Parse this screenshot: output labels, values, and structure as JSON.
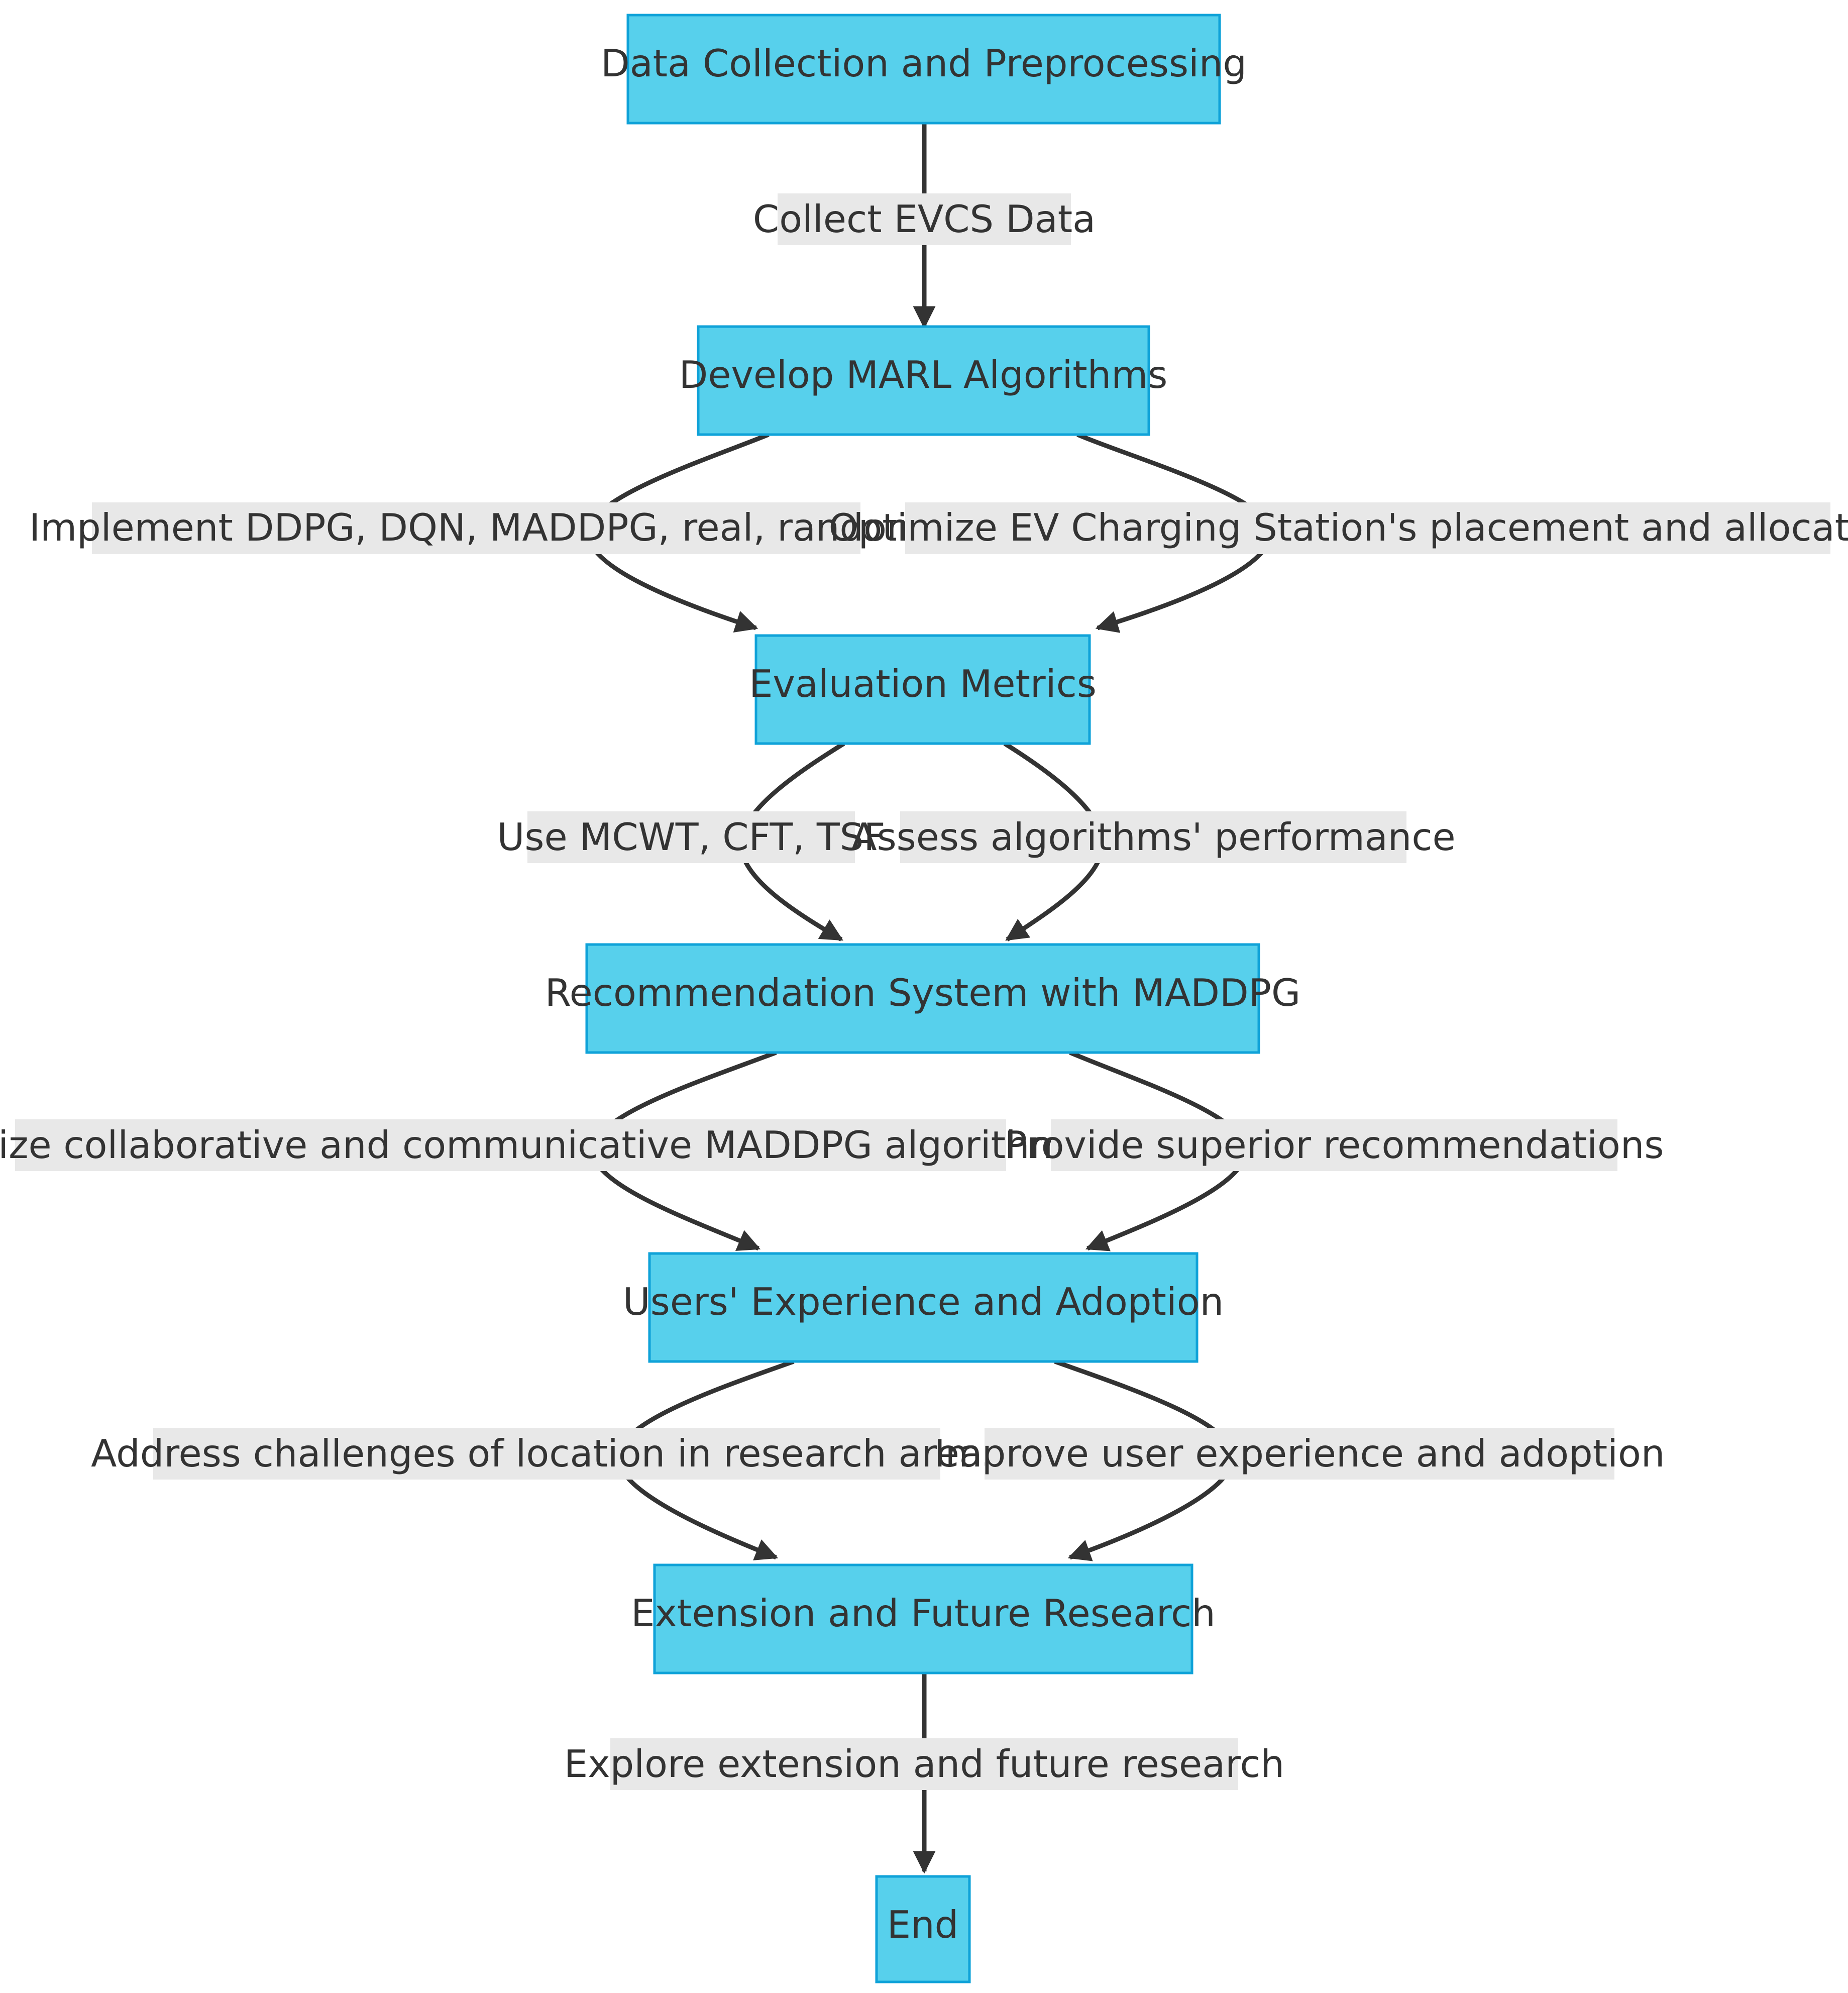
{
  "nodes": [
    {
      "id": "n1",
      "label": "Data Collection and Preprocessing"
    },
    {
      "id": "n2",
      "label": "Develop MARL Algorithms"
    },
    {
      "id": "n3",
      "label": "Evaluation Metrics"
    },
    {
      "id": "n4",
      "label": "Recommendation System with MADDPG"
    },
    {
      "id": "n5",
      "label": "Users' Experience and Adoption"
    },
    {
      "id": "n6",
      "label": "Extension and Future Research"
    },
    {
      "id": "n7",
      "label": "End"
    }
  ],
  "edges": [
    {
      "from": "n1",
      "to": "n2",
      "label": "Collect EVCS Data"
    },
    {
      "from": "n2",
      "to": "n3",
      "label": "Implement DDPG, DQN, MADDPG, real, random"
    },
    {
      "from": "n2",
      "to": "n3",
      "label": "Optimize EV Charging Station's placement and allocation"
    },
    {
      "from": "n3",
      "to": "n4",
      "label": "Use MCWT, CFT, TSF"
    },
    {
      "from": "n3",
      "to": "n4",
      "label": "Assess algorithms' performance"
    },
    {
      "from": "n4",
      "to": "n5",
      "label": "Utilize collaborative and communicative MADDPG algorithms"
    },
    {
      "from": "n4",
      "to": "n5",
      "label": "Provide superior recommendations"
    },
    {
      "from": "n5",
      "to": "n6",
      "label": "Address challenges of location in research areas"
    },
    {
      "from": "n5",
      "to": "n6",
      "label": "Improve user experience and adoption"
    },
    {
      "from": "n6",
      "to": "n7",
      "label": "Explore extension and future research"
    }
  ],
  "colors": {
    "node_fill": "#57d0ec",
    "node_stroke": "#0fa2d8",
    "edge": "#333333",
    "edge_label_bg": "#e8e8e8",
    "text": "#333333"
  }
}
